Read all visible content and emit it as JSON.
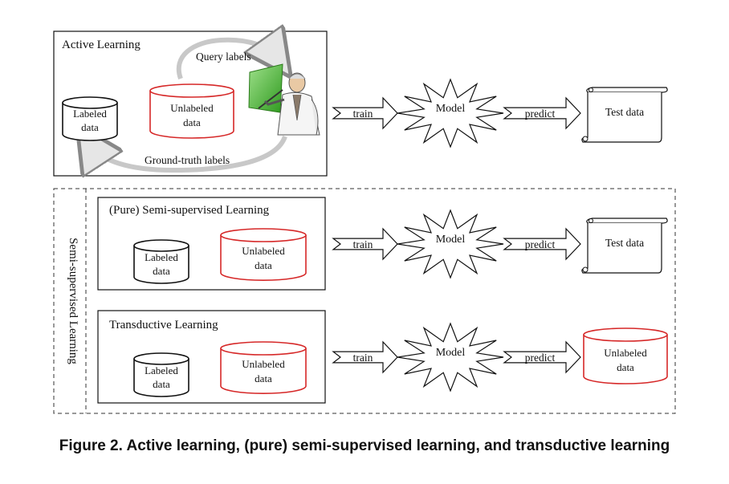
{
  "colors": {
    "labeled_stroke": "#111111",
    "unlabeled_stroke": "#d62828",
    "dashed_frame": "#333333",
    "board_green": "#4cae33"
  },
  "active": {
    "title": "Active Learning",
    "labeled": [
      "Labeled",
      "data"
    ],
    "unlabeled": [
      "Unlabeled",
      "data"
    ],
    "query": "Query labels",
    "ground_truth": "Ground-truth labels",
    "train": "train",
    "model": "Model",
    "predict": "predict",
    "output": [
      "Test data"
    ],
    "output_kind": "scroll-icon",
    "oracle_icon": "teacher-pointing-at-board-icon"
  },
  "semi_frame": {
    "label": "Semi-supervised Learning"
  },
  "pure": {
    "title": "(Pure) Semi-supervised Learning",
    "labeled": [
      "Labeled",
      "data"
    ],
    "unlabeled": [
      "Unlabeled",
      "data"
    ],
    "train": "train",
    "model": "Model",
    "predict": "predict",
    "output": [
      "Test data"
    ],
    "output_kind": "scroll-icon"
  },
  "transductive": {
    "title": "Transductive Learning",
    "labeled": [
      "Labeled",
      "data"
    ],
    "unlabeled": [
      "Unlabeled",
      "data"
    ],
    "train": "train",
    "model": "Model",
    "predict": "predict",
    "output": [
      "Unlabeled",
      "data"
    ],
    "output_kind": "database-cylinder-icon"
  },
  "caption": "Figure 2. Active learning, (pure) semi-supervised learning, and transductive learning"
}
